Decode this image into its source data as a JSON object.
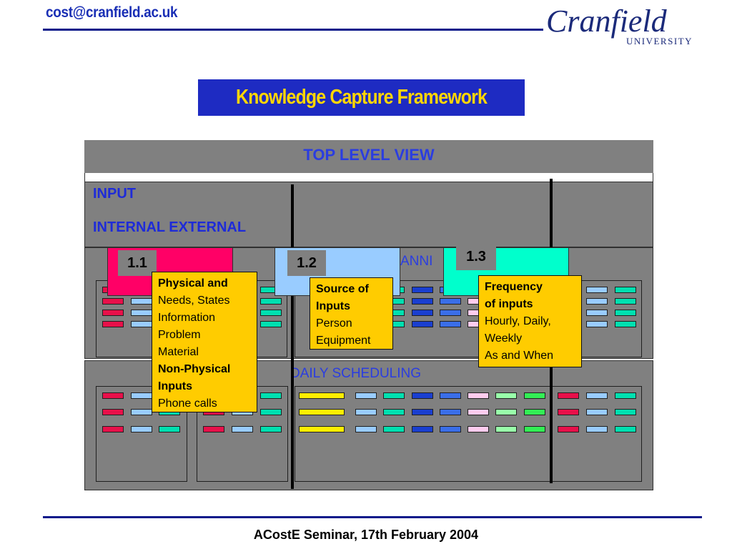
{
  "header": {
    "email": "cost@cranfield.ac.uk",
    "logo_name": "Cranfield",
    "logo_sub": "UNIVERSITY"
  },
  "title": "Knowledge Capture Framework",
  "diagram": {
    "top_level_view": "TOP LEVEL VIEW",
    "input_label": "INPUT",
    "internal_external_label": "INTERNAL  EXTERNAL",
    "planning_label": "ANNI",
    "scheduling_label": "DAILY SCHEDULING",
    "steps": [
      {
        "number": "1.1",
        "color": "#ff0066"
      },
      {
        "number": "1.2",
        "color": "#99ccff"
      },
      {
        "number": "1.3",
        "color": "#00ffcc"
      }
    ],
    "callouts": {
      "c1": {
        "head1": "Physical and",
        "line1": "Needs, States",
        "line2": "Information",
        "line3": "Problem",
        "line4": "Material",
        "head2": "Non-Physical",
        "head3": "Inputs",
        "line5": "Phone calls"
      },
      "c2": {
        "head1": "Source of",
        "head2": "Inputs",
        "line1": "Person",
        "line2": "Equipment"
      },
      "c3": {
        "head1": "Frequency",
        "head2": "of inputs",
        "line1": "Hourly, Daily,",
        "line2": "Weekly",
        "line3": "As and When"
      }
    },
    "bar_colors": {
      "red": "#e8104a",
      "lightblue": "#99ccff",
      "teal": "#00e0b0",
      "yellow": "#ffee00",
      "darkblue": "#1a3fd0",
      "medblue": "#3a6ee8",
      "pink": "#ffccee",
      "lightgreen": "#99ffaa",
      "green": "#33ee55"
    }
  },
  "footer": "ACostE Seminar, 17th February 2004"
}
